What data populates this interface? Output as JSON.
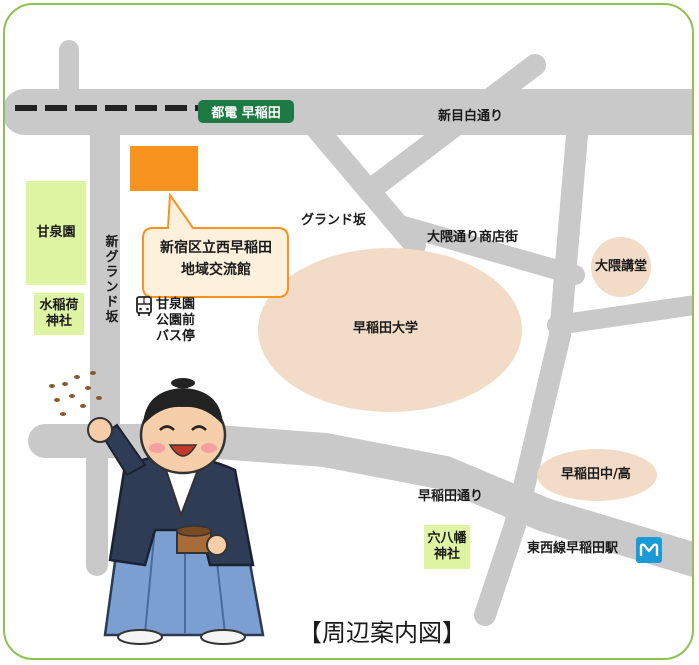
{
  "map": {
    "toden_station": "都電 早稲田",
    "street_shin_mejiro": "新目白通り",
    "street_grand_zaka": "グランド坂",
    "street_okuma_shotengai": "大隈通り商店街",
    "street_shin_grand_zaka": "新グランド坂",
    "street_waseda_dori": "早稲田通り",
    "facility_name": "新宿区立西早稲田\n地域交流館",
    "bus_stop": "甘泉園\n公園前\nバス停",
    "park_kansenen": "甘泉園",
    "shrine_mizu_inari": "水稲荷\n神社",
    "university": "早稲田大学",
    "okuma_auditorium": "大隈講堂",
    "waseda_high_school": "早稲田中/高",
    "shrine_anahachiman": "穴八幡\n神社",
    "tozai_station": "東西線早稲田駅"
  },
  "caption": "【周辺案内図】",
  "colors": {
    "frame_border": "#8dc152",
    "road": "#c9c9c9",
    "park_green": "#dff5a4",
    "campus_beige": "#f2dcc7",
    "facility_orange": "#f7931e",
    "toden_green": "#1d7a43",
    "metro_blue": "#1a9ad6"
  }
}
